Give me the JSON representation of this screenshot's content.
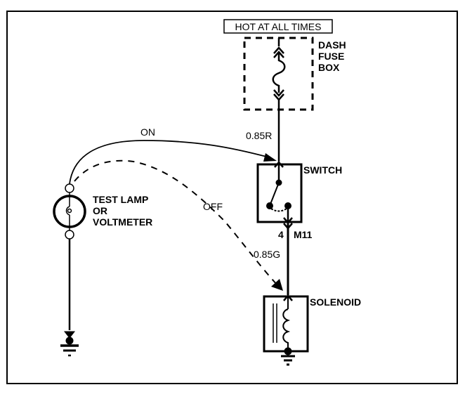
{
  "diagram": {
    "title_box": "HOT AT ALL TIMES",
    "fuse_box": {
      "label_lines": [
        "DASH",
        "FUSE",
        "BOX"
      ]
    },
    "wires": {
      "upper": "0.85R",
      "lower": "0.85G"
    },
    "switch": {
      "label": "SWITCH",
      "pin": "4",
      "connector": "M11"
    },
    "solenoid": {
      "label": "SOLENOID"
    },
    "probe": {
      "label_lines": [
        "TEST LAMP",
        "OR",
        "VOLTMETER"
      ]
    },
    "probe_paths": {
      "on_label": "ON",
      "off_label": "OFF"
    }
  }
}
